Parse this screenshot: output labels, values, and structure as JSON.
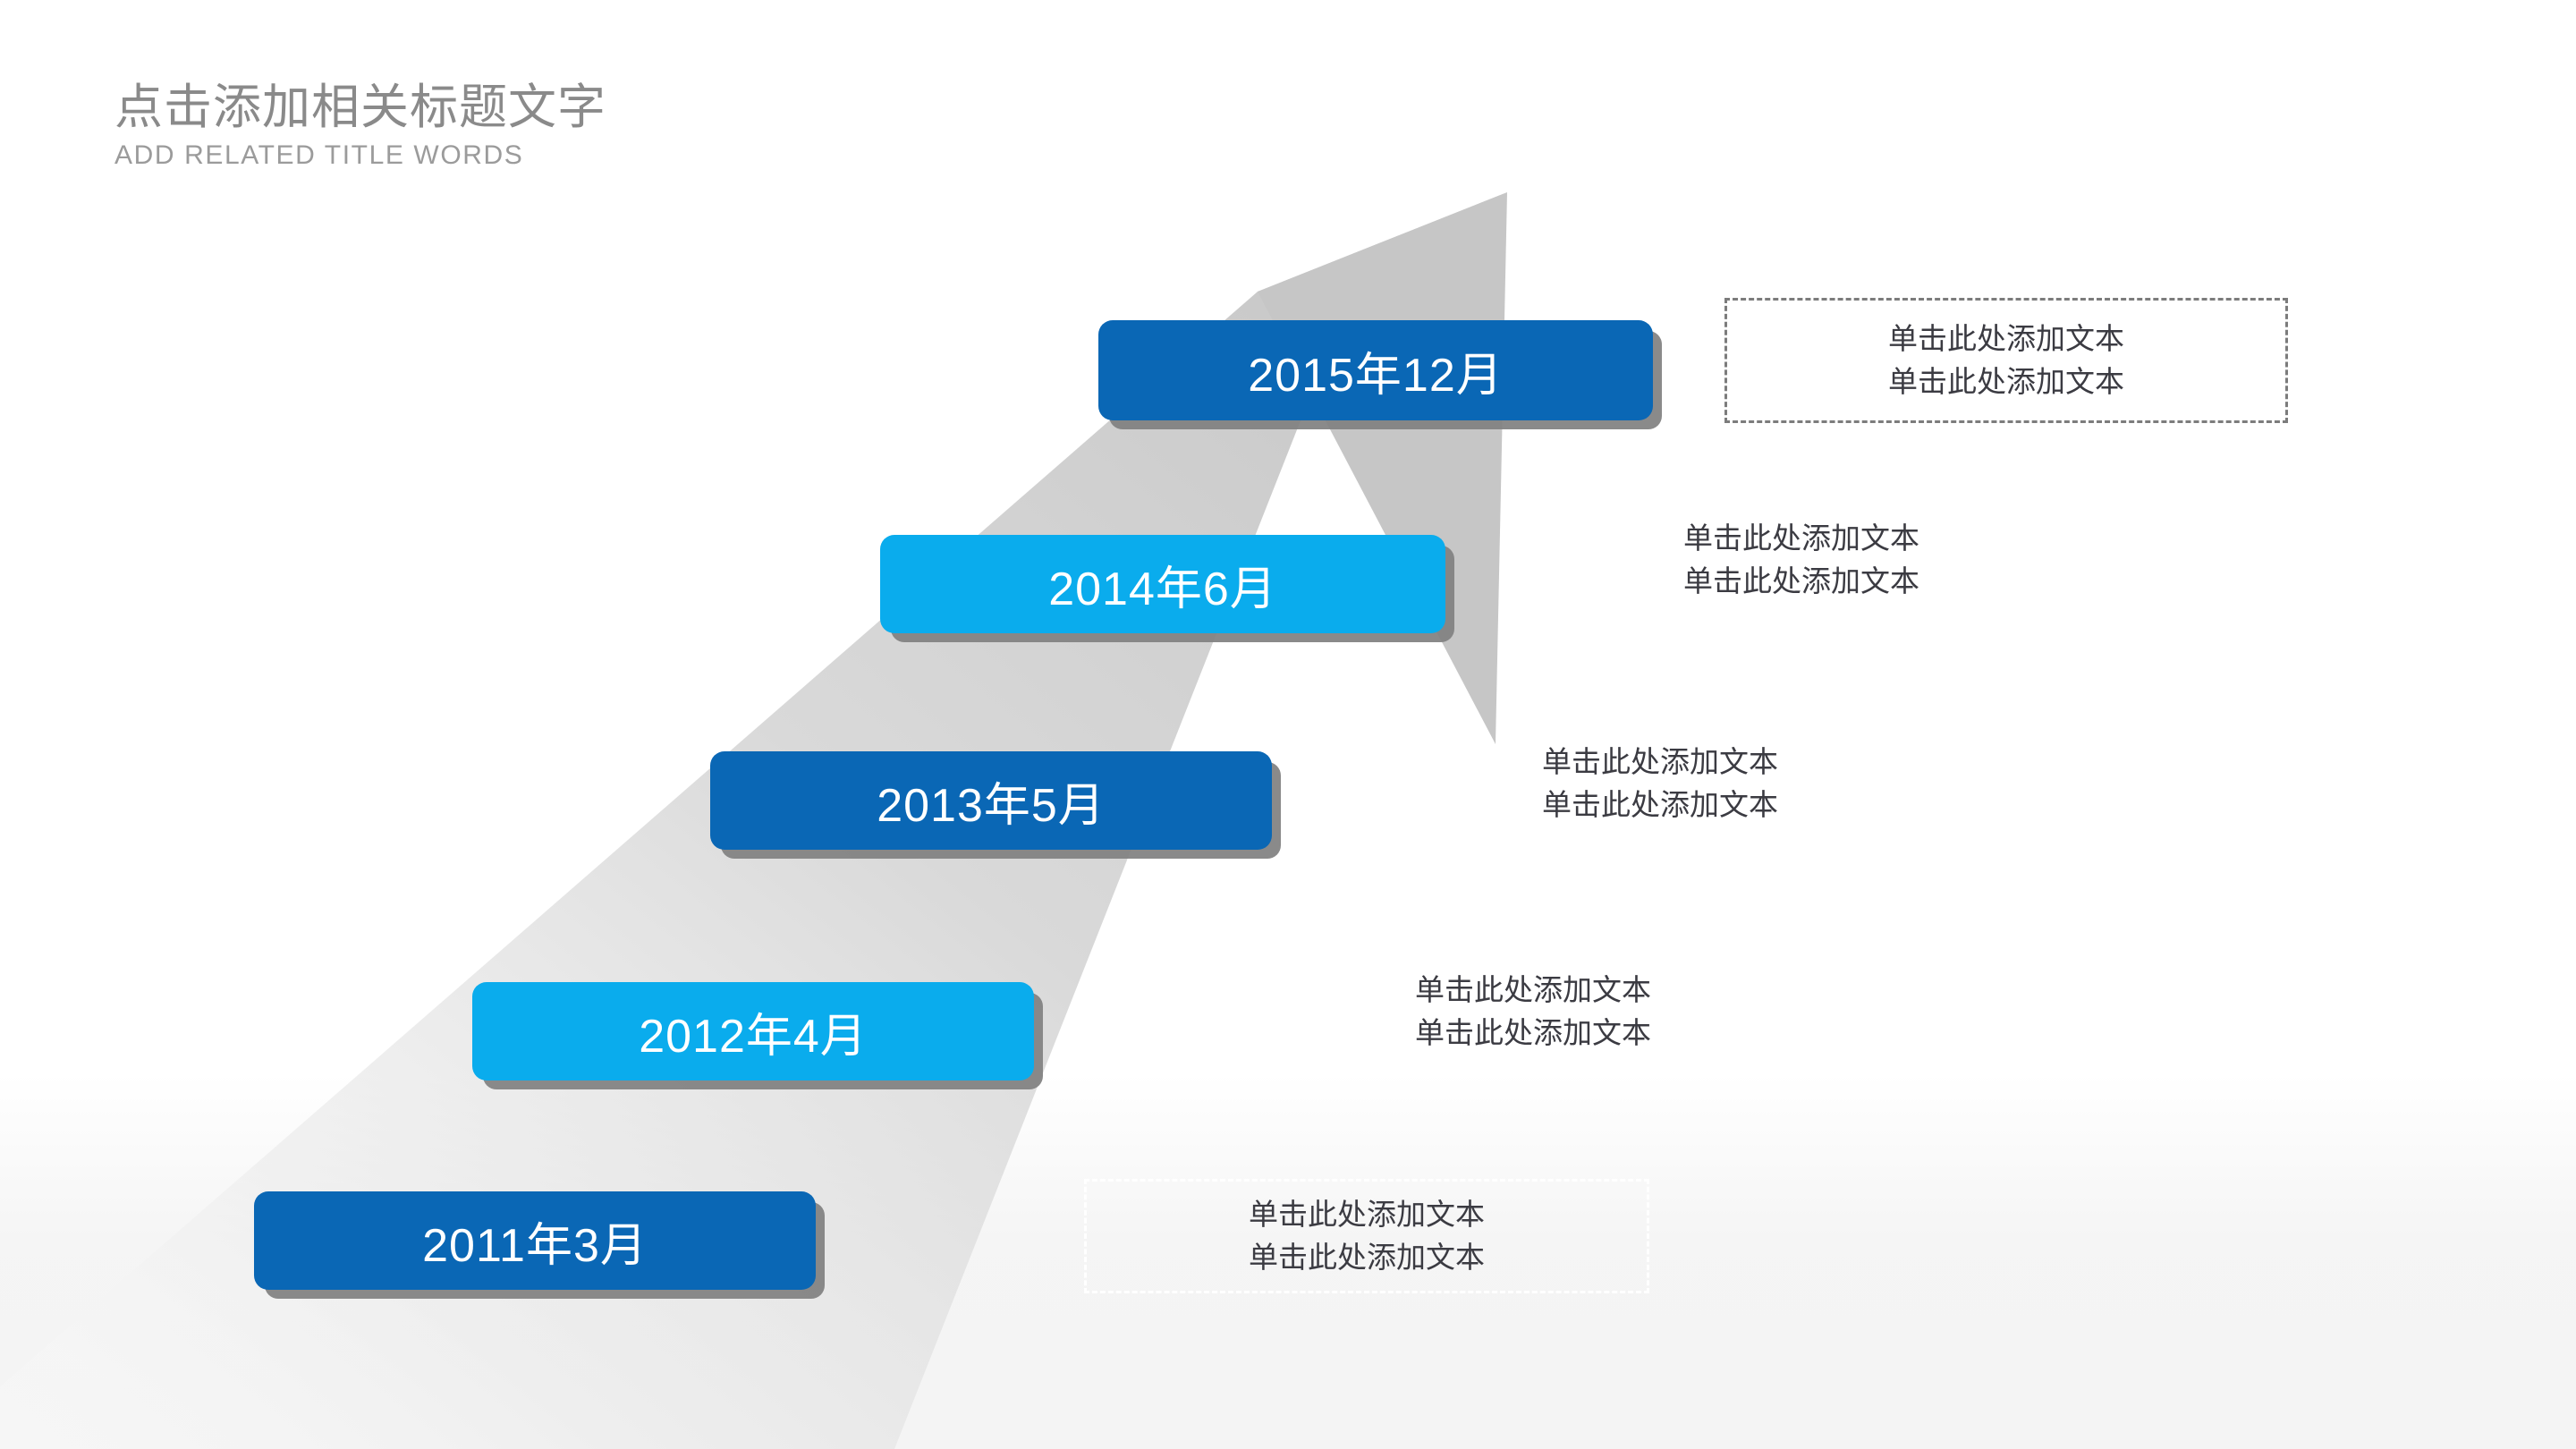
{
  "header": {
    "title_cn": "点击添加相关标题文字",
    "title_en": "ADD RELATED TITLE WORDS"
  },
  "colors": {
    "accent_dark_blue": "#0a67b5",
    "accent_light_blue": "#0aaced",
    "arrow_gray": "#c6c6c6",
    "shadow_gray": "#808080",
    "title_gray": "#8a8a8a",
    "note_text": "#3b3b42",
    "dashed_border_dark": "#7c7c7c",
    "dashed_border_light": "#ffffff"
  },
  "milestones": [
    {
      "label": "2015年12月",
      "style": "dark",
      "note_lines": [
        "单击此处添加文本",
        "单击此处添加文本"
      ],
      "note_style": "boxed-dark"
    },
    {
      "label": "2014年6月",
      "style": "light",
      "note_lines": [
        "单击此处添加文本",
        "单击此处添加文本"
      ],
      "note_style": "plain"
    },
    {
      "label": "2013年5月",
      "style": "dark",
      "note_lines": [
        "单击此处添加文本",
        "单击此处添加文本"
      ],
      "note_style": "plain"
    },
    {
      "label": "2012年4月",
      "style": "light",
      "note_lines": [
        "单击此处添加文本",
        "单击此处添加文本"
      ],
      "note_style": "plain"
    },
    {
      "label": "2011年3月",
      "style": "dark",
      "note_lines": [
        "单击此处添加文本",
        "单击此处添加文本"
      ],
      "note_style": "boxed-light"
    }
  ]
}
